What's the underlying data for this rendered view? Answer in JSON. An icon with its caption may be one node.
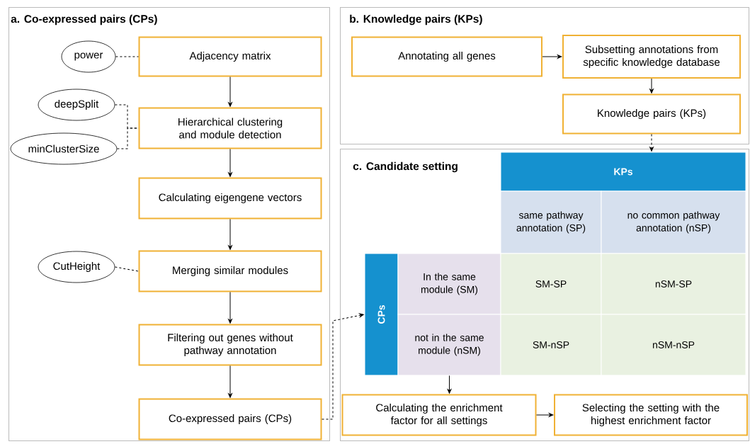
{
  "diagram": {
    "nodes": [
      {
        "text": [
          "a. Co-expressed pairs (CPs)"
        ]
      },
      {
        "text": [
          "power"
        ],
        "in": 0
      },
      {
        "text": [
          "Adjacency matrix"
        ],
        "in": 0
      },
      {
        "text": [
          "deepSplit"
        ],
        "in": 0
      },
      {
        "text": [
          "minClusterSize"
        ],
        "in": 0
      },
      {
        "text": [
          "Hierarchical clustering and module detection"
        ],
        "in": 0
      },
      {
        "text": [
          "Calculating eigengene vectors"
        ],
        "in": 0
      },
      {
        "text": [
          "CutHeight"
        ],
        "in": 0
      },
      {
        "text": [
          "Merging similar modules"
        ],
        "in": 0
      },
      {
        "text": [
          "Filtering out genes without pathway annotation"
        ],
        "in": 0
      },
      {
        "text": [
          "Co-expressed pairs (CPs)"
        ],
        "in": 0
      },
      {
        "text": [
          "b. Knowledge pairs (KPs)"
        ]
      },
      {
        "text": [
          "Annotating all genes"
        ],
        "in": 11
      },
      {
        "text": [
          "Subsetting annotations from specific knowledge database"
        ],
        "in": 11
      },
      {
        "text": [
          "Knowledge pairs (KPs)"
        ],
        "in": 11
      },
      {
        "text": [
          "c. Candidate setting"
        ]
      },
      {
        "text": [
          "KPs"
        ],
        "in": 15
      },
      {
        "text": [
          "same pathway annotation (SP)"
        ],
        "in": 15
      },
      {
        "text": [
          "no common pathway annotation (nSP)"
        ],
        "in": 15
      },
      {
        "text": [
          "CPs"
        ],
        "in": 15
      },
      {
        "text": [
          "In the same module (SM)"
        ],
        "in": 15
      },
      {
        "text": [
          "SM-SP"
        ],
        "in": 15
      },
      {
        "text": [
          "nSM-SP"
        ],
        "in": 15
      },
      {
        "text": [
          "not in the same module (nSM)"
        ],
        "in": 15
      },
      {
        "text": [
          "SM-nSP"
        ],
        "in": 15
      },
      {
        "text": [
          "nSM-nSP"
        ],
        "in": 15
      },
      {
        "text": [
          "Calculating the enrichment factor for all settings"
        ],
        "in": 15
      },
      {
        "text": [
          "Selecting the setting with the highest enrichment factor"
        ],
        "in": 15
      }
    ],
    "edges": [
      {
        "from": 1,
        "to": 2,
        "arrow": "none",
        "style": "dashed"
      },
      {
        "from": 2,
        "to": 5,
        "arrow": "to"
      },
      {
        "from": 3,
        "to": 5,
        "arrow": "none",
        "style": "dashed"
      },
      {
        "from": 4,
        "to": 5,
        "arrow": "none",
        "style": "dashed"
      },
      {
        "from": 5,
        "to": 6,
        "arrow": "to"
      },
      {
        "from": 6,
        "to": 8,
        "arrow": "to"
      },
      {
        "from": 7,
        "to": 8,
        "arrow": "none",
        "style": "dashed"
      },
      {
        "from": 8,
        "to": 9,
        "arrow": "to"
      },
      {
        "from": 9,
        "to": 10,
        "arrow": "to"
      },
      {
        "from": 10,
        "to": 19,
        "arrow": "to",
        "style": "dashed"
      },
      {
        "from": 12,
        "to": 13,
        "arrow": "to"
      },
      {
        "from": 13,
        "to": 14,
        "arrow": "to"
      },
      {
        "from": 14,
        "to": 16,
        "arrow": "to",
        "style": "dashed"
      },
      {
        "from": 23,
        "to": 26,
        "arrow": "to"
      },
      {
        "from": 26,
        "to": 27,
        "arrow": "to"
      }
    ]
  }
}
